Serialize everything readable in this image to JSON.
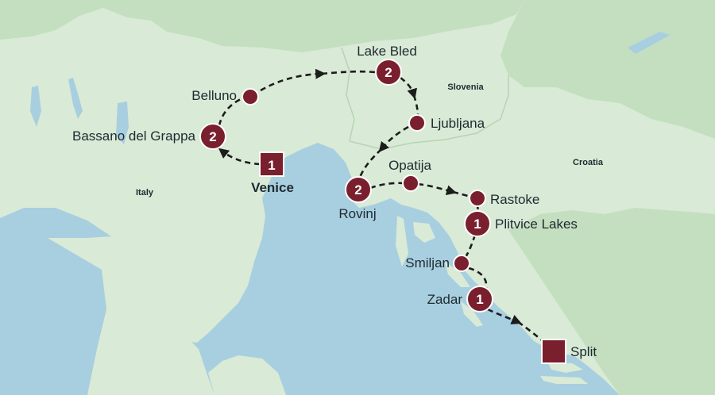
{
  "map": {
    "countries": {
      "italy": "Italy",
      "slovenia": "Slovenia",
      "croatia": "Croatia"
    },
    "places": {
      "venice": "Venice",
      "bassano": "Bassano del Grappa",
      "belluno": "Belluno",
      "lake_bled": "Lake Bled",
      "ljubljana": "Ljubljana",
      "opatija": "Opatija",
      "rovinj": "Rovinj",
      "rastoke": "Rastoke",
      "plitvice": "Plitvice Lakes",
      "smiljan": "Smiljan",
      "zadar": "Zadar",
      "split": "Split"
    },
    "nights": {
      "venice": "1",
      "bassano": "2",
      "lake_bled": "2",
      "rovinj": "2",
      "plitvice": "1",
      "zadar": "1"
    },
    "colors": {
      "land": "#d9ead6",
      "border_land": "#c4dfc0",
      "sea": "#a8cfe0",
      "stop_marker": "#7a1f2e",
      "route_line": "#1c1c1c"
    }
  }
}
